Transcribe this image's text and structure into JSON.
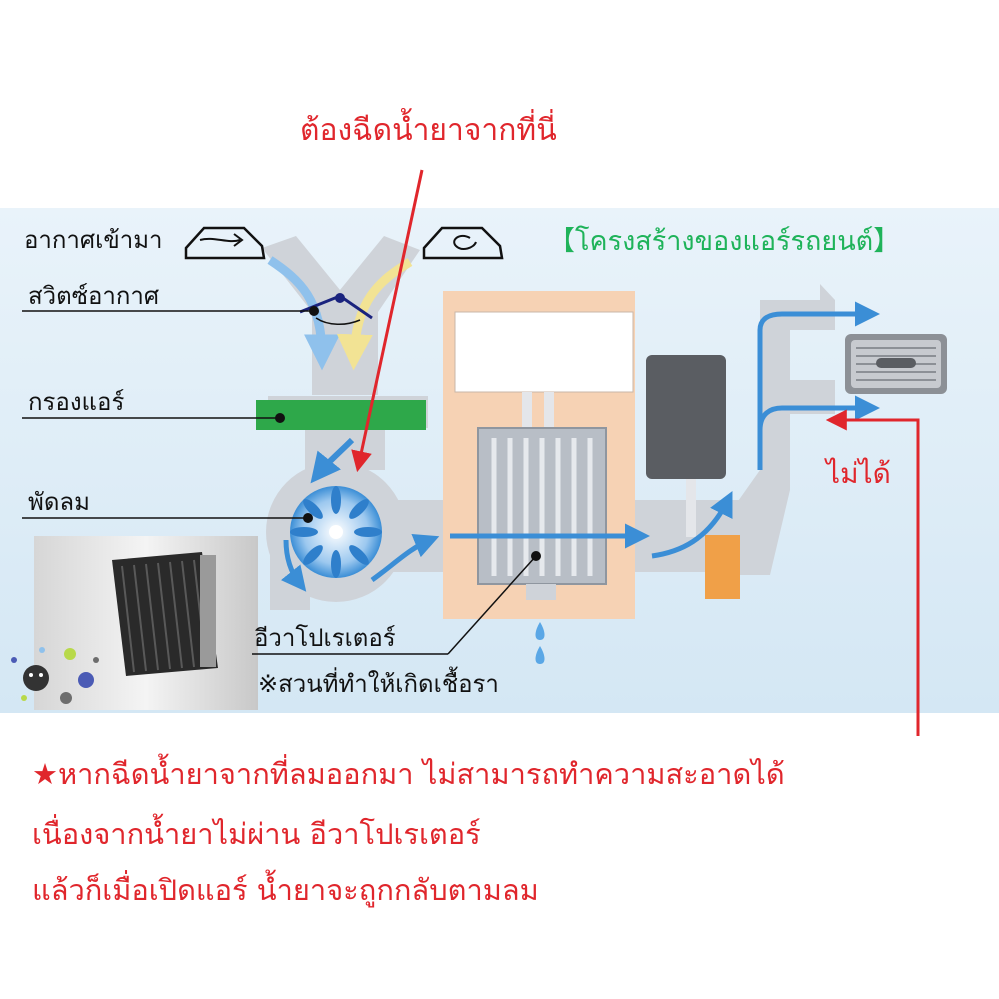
{
  "header": {
    "inject_here": "ต้องฉีดน้ำยาจากที่นี่"
  },
  "title": "【โครงสร้างของแอร์รถยนต์】",
  "labels": {
    "air_intake": "อากาศเข้ามา",
    "air_switch": "สวิตซ์อากาศ",
    "air_filter": "กรองแอร์",
    "fan": "พัดลม",
    "evaporator": "อีวาโปเรเตอร์",
    "mold_note": "※สวนที่ทำให้เกิดเชื้อรา",
    "cannot": "ไม่ได้"
  },
  "notes": {
    "star": "★",
    "line1": "หากฉีดน้ำยาจากที่ลมออกมา ไม่สามารถทำความสะอาดได้",
    "line2": "เนื่องจากน้ำยาไม่ผ่าน อีวาโปเรเตอร์",
    "line3": "แล้วก็เมื่อเปิดแอร์ น้ำยาจะถูกกลับตามลม"
  },
  "colors": {
    "accent_red": "#e0262c",
    "title_green": "#1fb35a",
    "duct_gray": "#cfd3d9",
    "filter_green": "#2ea84a",
    "flow_blue": "#3b8ed6",
    "box_peach": "#f6d2b4",
    "heater_orange": "#f0a048"
  }
}
